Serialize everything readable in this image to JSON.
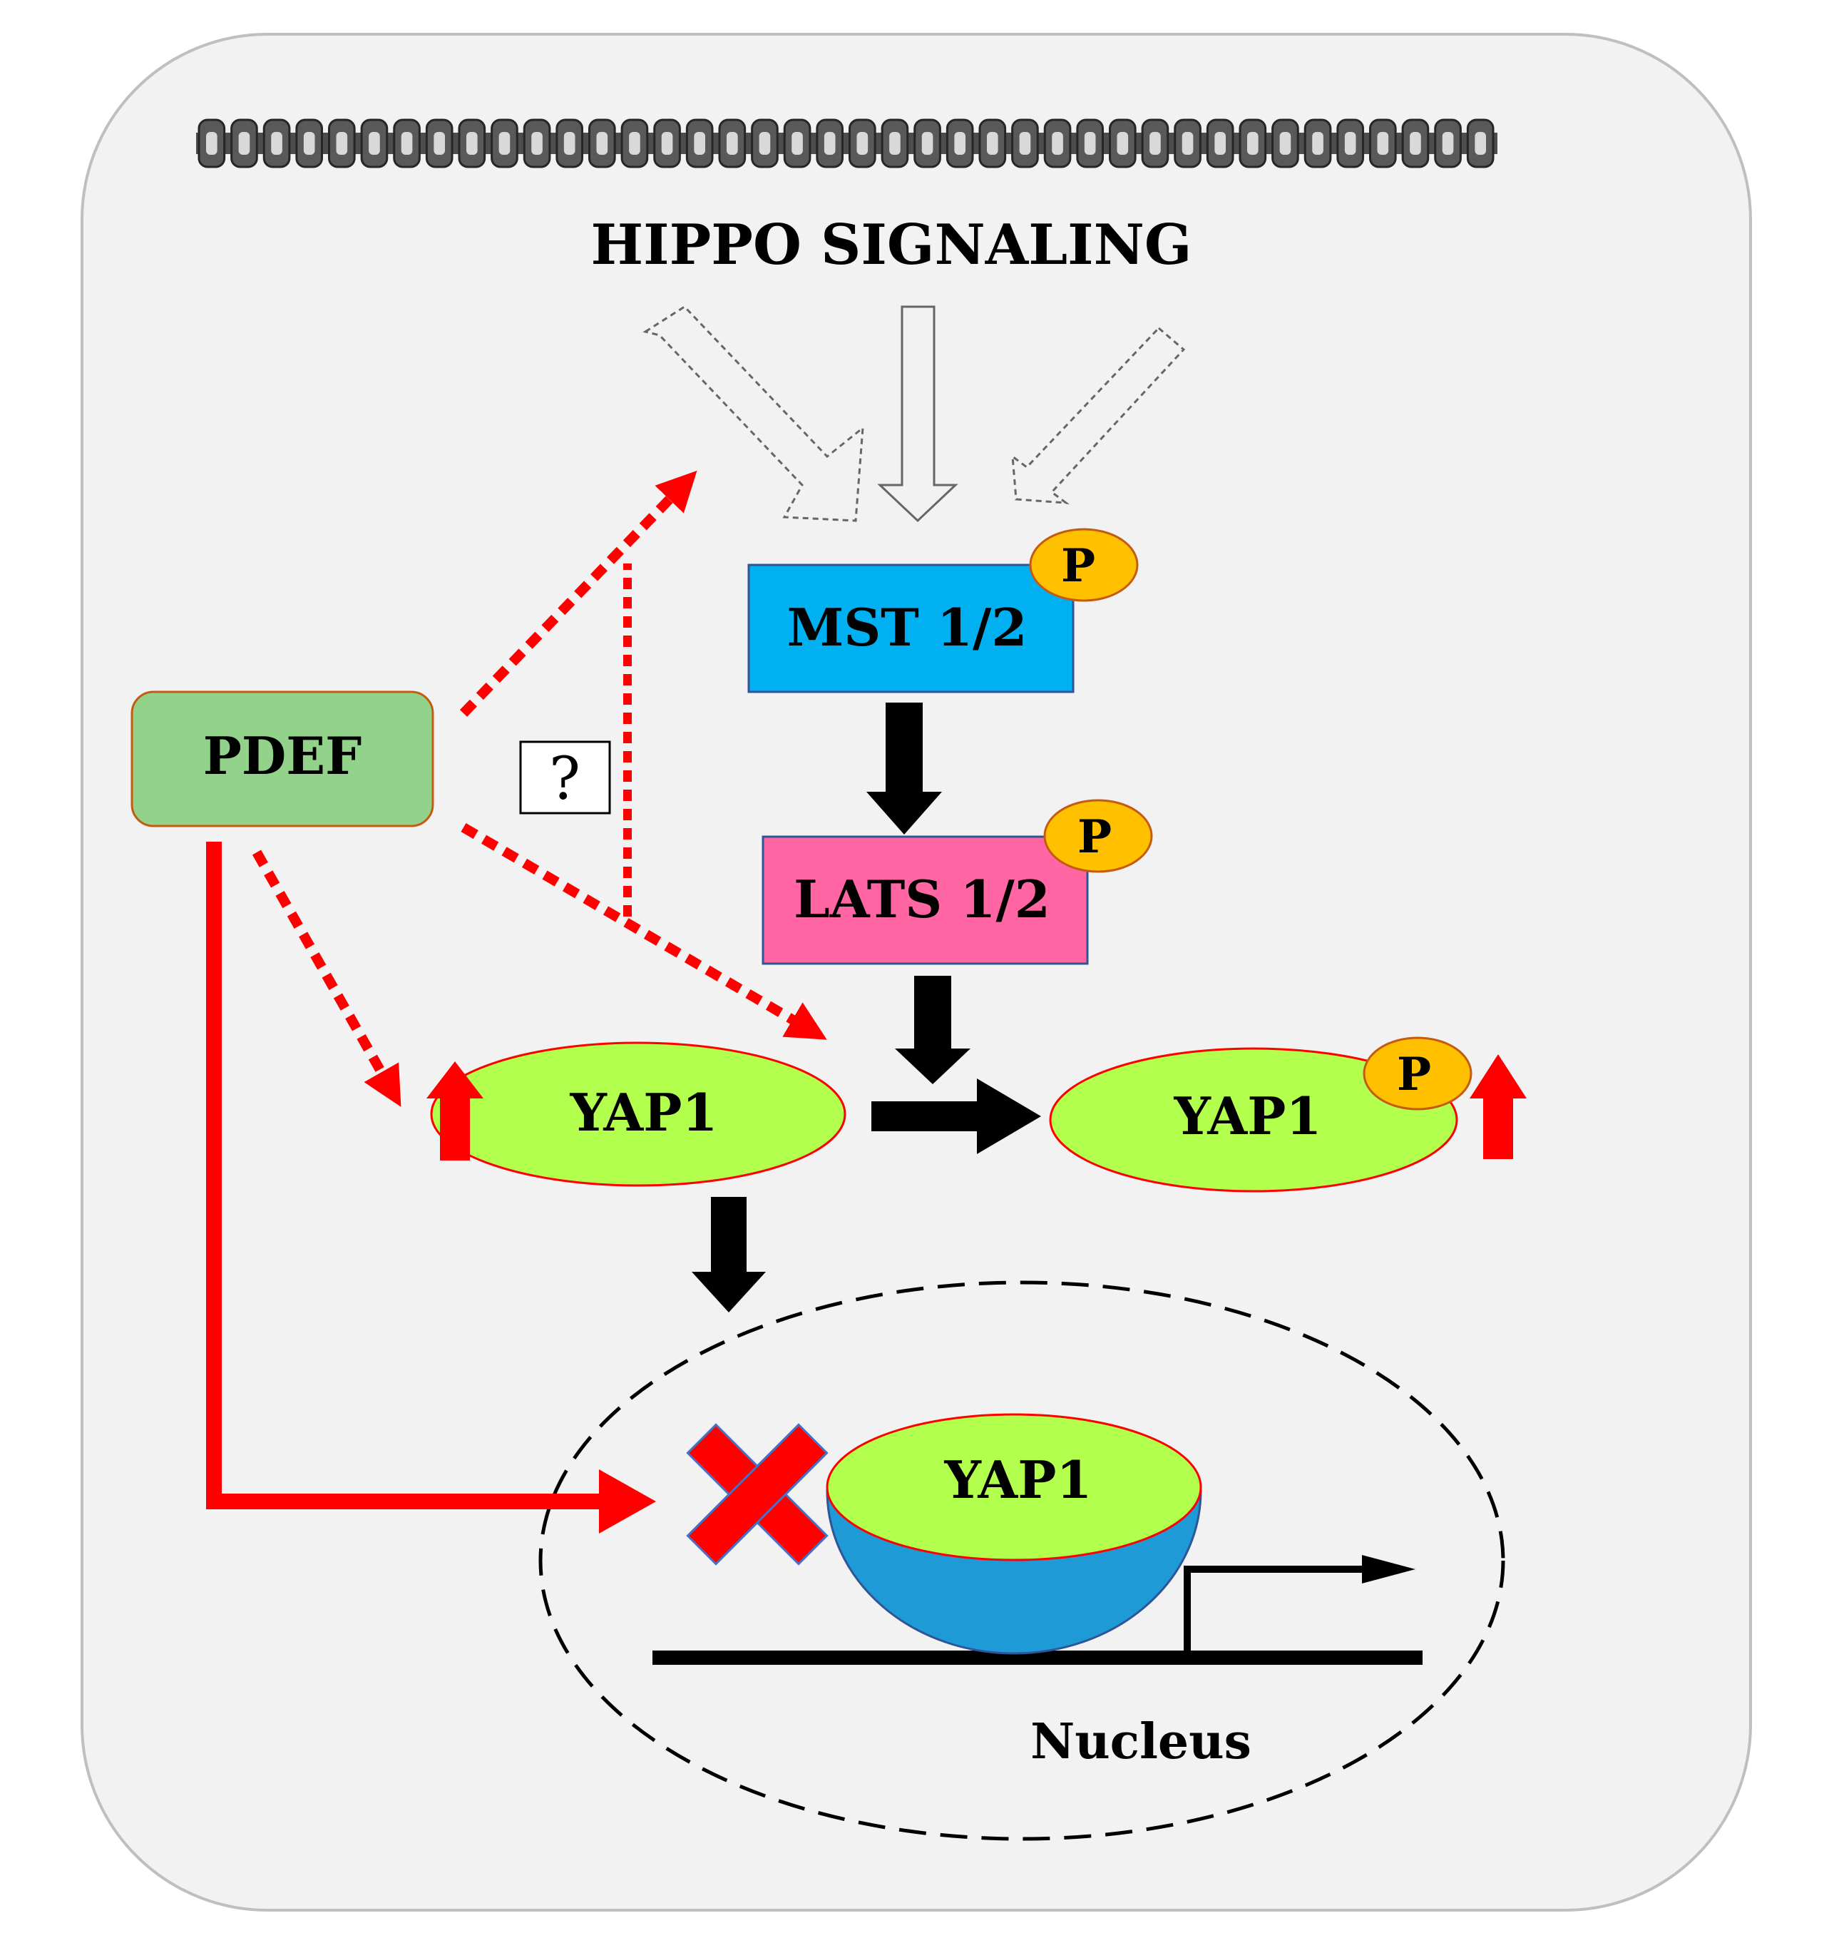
{
  "title": "HIPPO SIGNALING",
  "nodes": {
    "mst": "MST 1/2",
    "lats": "LATS 1/2",
    "pdef": "PDEF",
    "yap1_cyto": "YAP1",
    "yap1_phos": "YAP1",
    "yap1_nucleus": "YAP1",
    "nucleus": "Nucleus"
  },
  "badges": {
    "mst_p": "P",
    "lats_p": "P",
    "yap1_p": "P"
  },
  "unknown_symbol": "?",
  "colors": {
    "background": "#f2f2f2",
    "mst_box": "#00b0f0",
    "lats_box": "#ff66a3",
    "pdef_box": "#92d28a",
    "yap1_fill": "#b3ff4d",
    "phospho_badge": "#ffc000",
    "tead_blue": "#1e9ad6",
    "activation_red": "#ff0000",
    "arrow_black": "#000000"
  }
}
